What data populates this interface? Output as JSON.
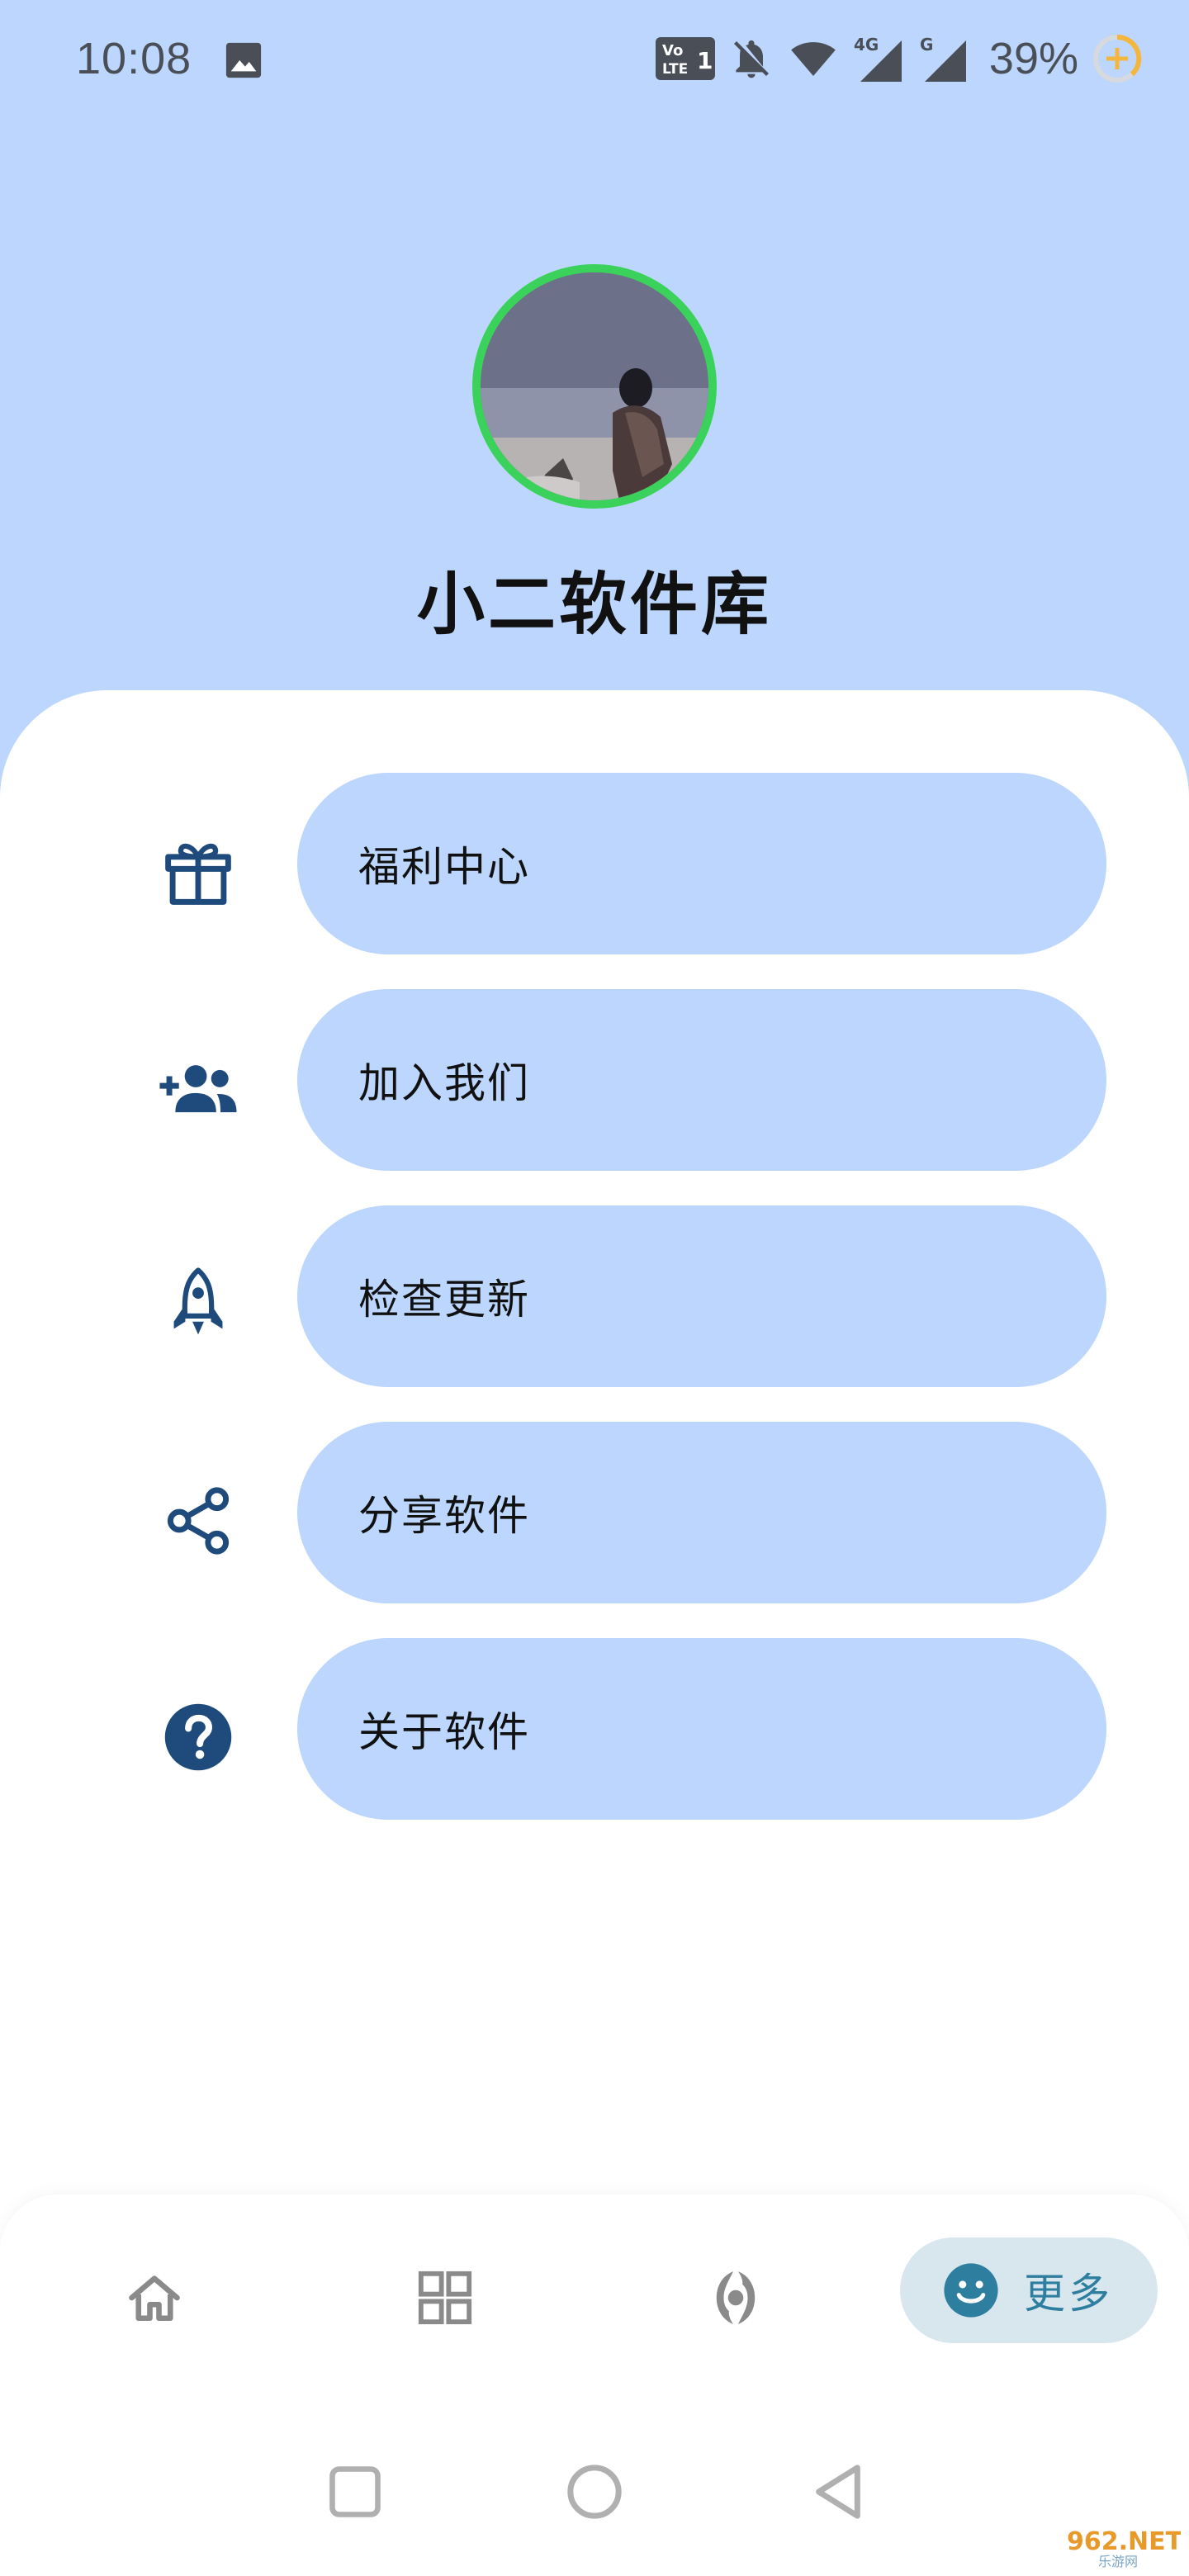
{
  "status_bar": {
    "time": "10:08",
    "battery": "39%",
    "network_badge": "4G",
    "network_badge_2": "G",
    "icons": [
      "gallery-icon",
      "volte-icon",
      "bell-off-icon",
      "wifi-icon",
      "signal-4g-icon",
      "signal-g-icon",
      "battery-charging-icon"
    ]
  },
  "profile": {
    "name": "小二软件库",
    "avatar_ring_color": "#3ad25a"
  },
  "menu": {
    "items": [
      {
        "label": "福利中心",
        "icon": "gift-icon"
      },
      {
        "label": "加入我们",
        "icon": "add-group-icon"
      },
      {
        "label": "检查更新",
        "icon": "rocket-icon"
      },
      {
        "label": "分享软件",
        "icon": "share-icon"
      },
      {
        "label": "关于软件",
        "icon": "help-icon"
      }
    ]
  },
  "bottom_nav": {
    "items": [
      {
        "icon": "home-icon"
      },
      {
        "icon": "grid-icon"
      },
      {
        "icon": "orbit-icon"
      }
    ],
    "active": {
      "icon": "smiley-icon",
      "label": "更多"
    }
  },
  "colors": {
    "header_bg": "#bcd6fd",
    "pill_bg": "#bcd6fd",
    "icon_navy": "#1f4a7c",
    "active_nav_bg": "#d8e7ee",
    "active_nav_fg": "#2e7ea0"
  },
  "watermark": {
    "text": "962.NET",
    "subtext": "乐游网"
  }
}
